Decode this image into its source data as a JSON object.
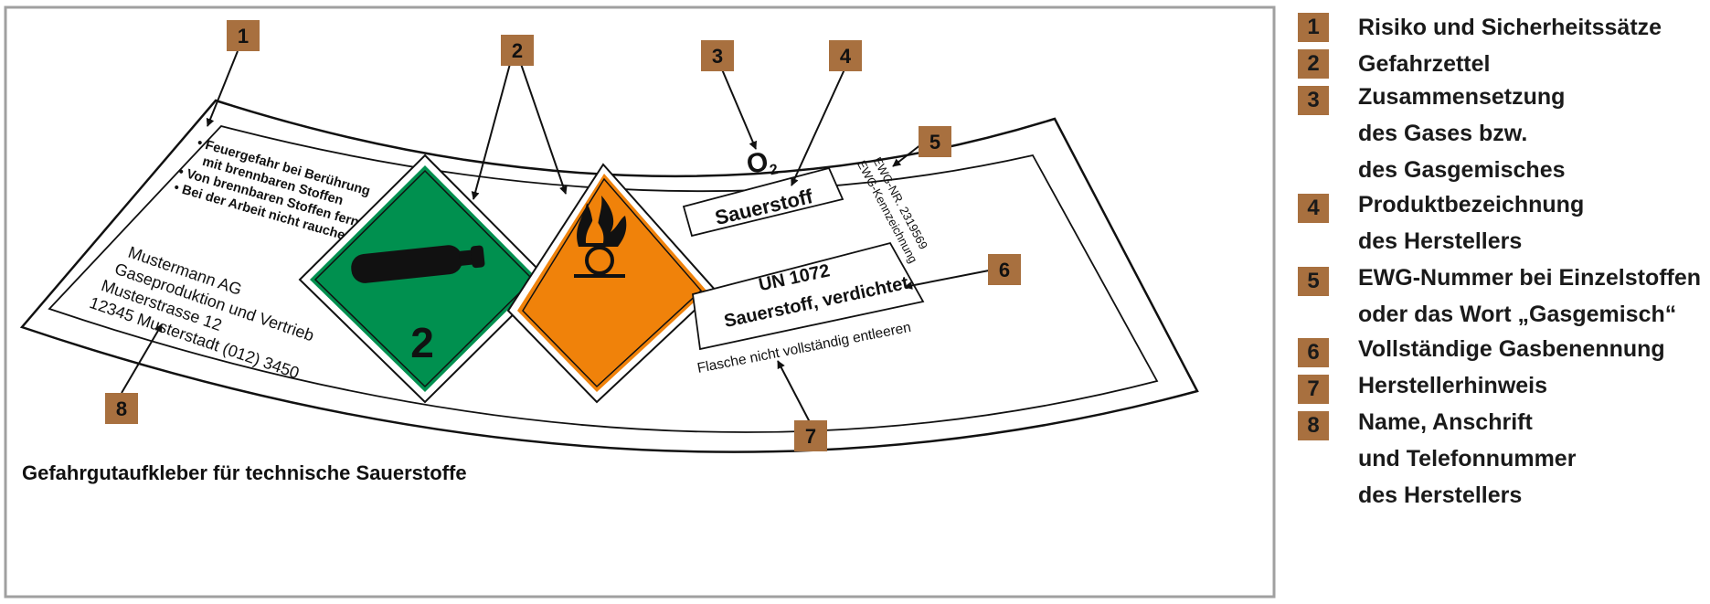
{
  "caption": "Gefahrgutaufkleber für technische Sauerstoffe",
  "callouts": [
    "1",
    "2",
    "3",
    "4",
    "5",
    "6",
    "7",
    "8"
  ],
  "label": {
    "hazards": [
      "• Feuergefahr bei Berührung",
      "mit brennbaren Stoffen",
      "• Von brennbaren Stoffen fernhalten",
      "• Bei der Arbeit nicht rauchen"
    ],
    "manufacturer": [
      "Mustermann AG",
      "Gaseproduktion und Vertrieb",
      "Musterstrasse 12",
      "12345 Musterstadt (012) 3450"
    ],
    "gas_class": "2",
    "formula_main": "O",
    "formula_sub": "2",
    "product": "Sauerstoff",
    "un_number": "UN 1072",
    "gas_name": "Sauerstoff, verdichtet",
    "ewg_number": "EWG-NR. 2319569",
    "ewg_mark": "EWG-Kennzeichnung",
    "note": "Flasche nicht vollständig entleeren"
  },
  "colors": {
    "callout": "#a8703f",
    "class2_diamond": "#00904f",
    "oxidizer_diamond": "#f0820a"
  },
  "icons": {
    "class2_symbol": "gas-cylinder-icon",
    "oxidizer_symbol": "flame-over-circle-icon"
  },
  "legend": [
    {
      "num": "1",
      "lines": [
        "Risiko und Sicherheitssätze"
      ]
    },
    {
      "num": "2",
      "lines": [
        "Gefahrzettel"
      ]
    },
    {
      "num": "3",
      "lines": [
        "Zusammensetzung",
        "des Gases bzw.",
        "des Gasgemisches"
      ]
    },
    {
      "num": "4",
      "lines": [
        "Produktbezeichnung",
        "des Herstellers"
      ]
    },
    {
      "num": "5",
      "lines": [
        "EWG-Nummer bei Einzelstoffen",
        "oder das Wort „Gasgemisch“"
      ]
    },
    {
      "num": "6",
      "lines": [
        "Vollständige Gasbenennung"
      ]
    },
    {
      "num": "7",
      "lines": [
        "Herstellerhinweis"
      ]
    },
    {
      "num": "8",
      "lines": [
        "Name, Anschrift",
        "und Telefonnummer",
        "des Herstellers"
      ]
    }
  ]
}
